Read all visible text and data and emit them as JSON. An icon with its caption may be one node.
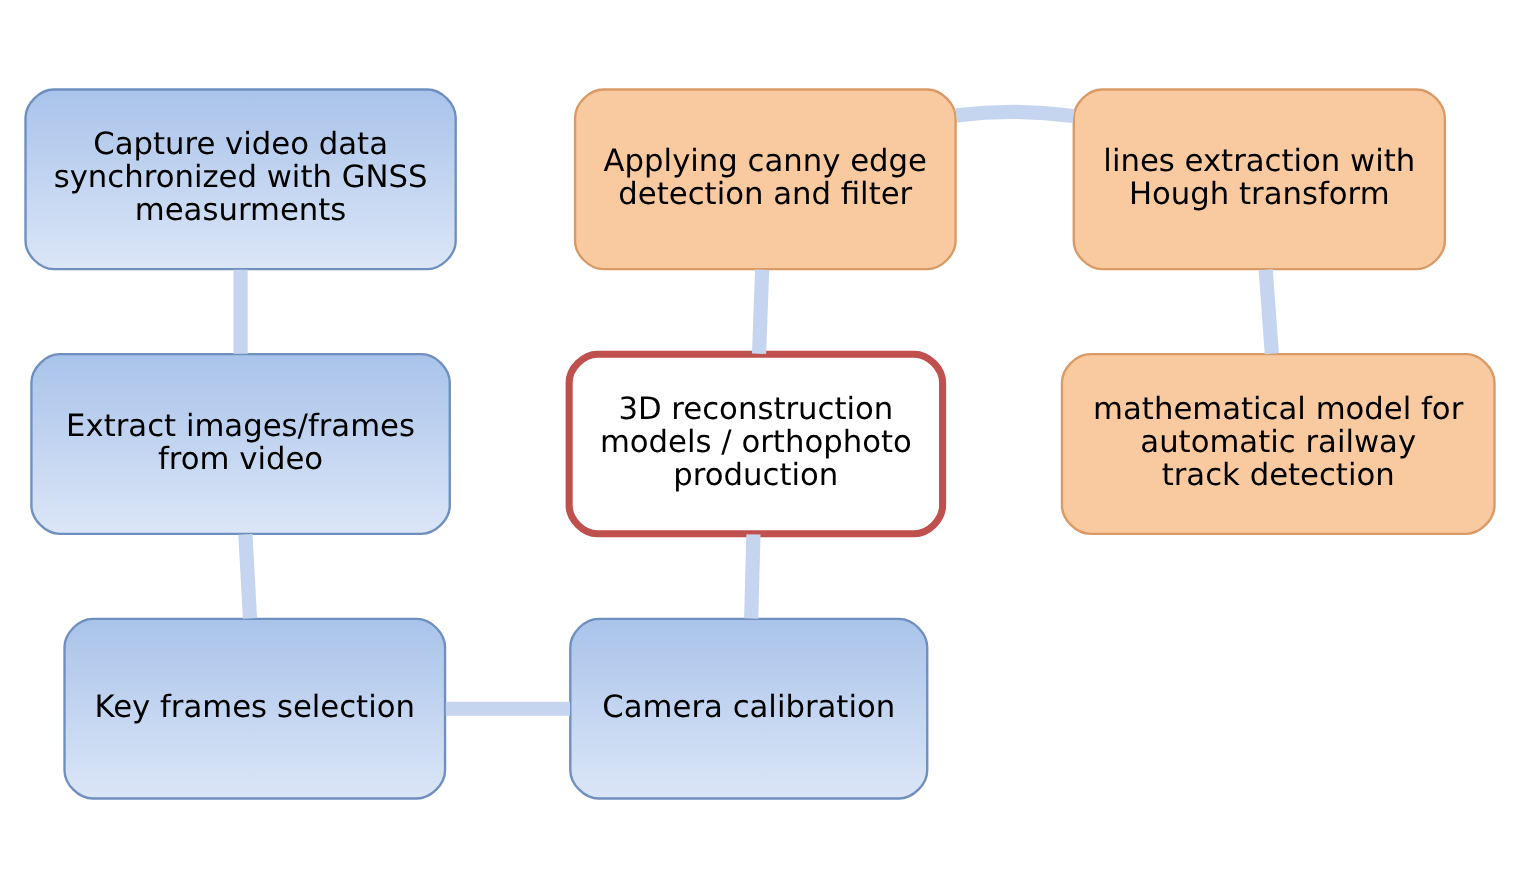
{
  "diagram": {
    "nodes": [
      {
        "text": [
          "Capture video data synchronized with GNSS measurments"
        ]
      },
      {
        "text": [
          "Extract images/frames  from video"
        ]
      },
      {
        "text": [
          "Key frames selection"
        ]
      },
      {
        "text": [
          "Camera calibration"
        ]
      },
      {
        "text": [
          "3D reconstruction models / orthophoto production"
        ]
      },
      {
        "text": [
          "Applying canny edge detection and filter"
        ]
      },
      {
        "text": [
          "lines extraction with Hough transform"
        ]
      },
      {
        "text": [
          "mathematical model for automatic railway track detection"
        ]
      }
    ],
    "edges": [
      {
        "from": 0,
        "to": 1,
        "arrow": "none"
      },
      {
        "from": 1,
        "to": 2,
        "arrow": "none"
      },
      {
        "from": 2,
        "to": 3,
        "arrow": "none"
      },
      {
        "from": 3,
        "to": 4,
        "arrow": "none"
      },
      {
        "from": 4,
        "to": 5,
        "arrow": "none"
      },
      {
        "from": 5,
        "to": 6,
        "arrow": "none"
      },
      {
        "from": 6,
        "to": 7,
        "arrow": "none"
      }
    ]
  }
}
